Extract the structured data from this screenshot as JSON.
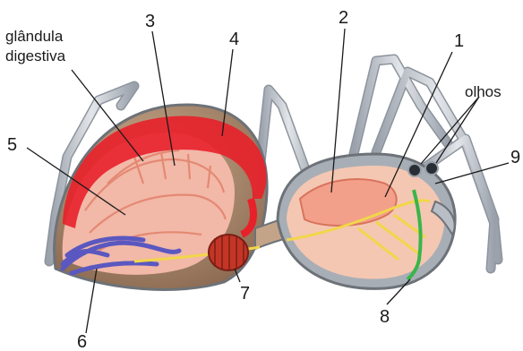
{
  "diagram": {
    "labels": {
      "l1": "1",
      "l2": "2",
      "l3": "3",
      "l4": "4",
      "l5": "5",
      "l6": "6",
      "l7": "7",
      "l8": "8",
      "l9": "9",
      "glandula_line1": "glândula",
      "glandula_line2": "digestiva",
      "olhos": "olhos"
    },
    "colors": {
      "background": "#ffffff",
      "legs": "#c9ced6",
      "shell": "#b79a80",
      "gland": "#f2b8a8",
      "heart": "#e8202a",
      "intestine": "#6a68c8",
      "nerves": "#f2d64a",
      "eyes": "#2a2f36",
      "green_duct": "#39b54a"
    }
  }
}
